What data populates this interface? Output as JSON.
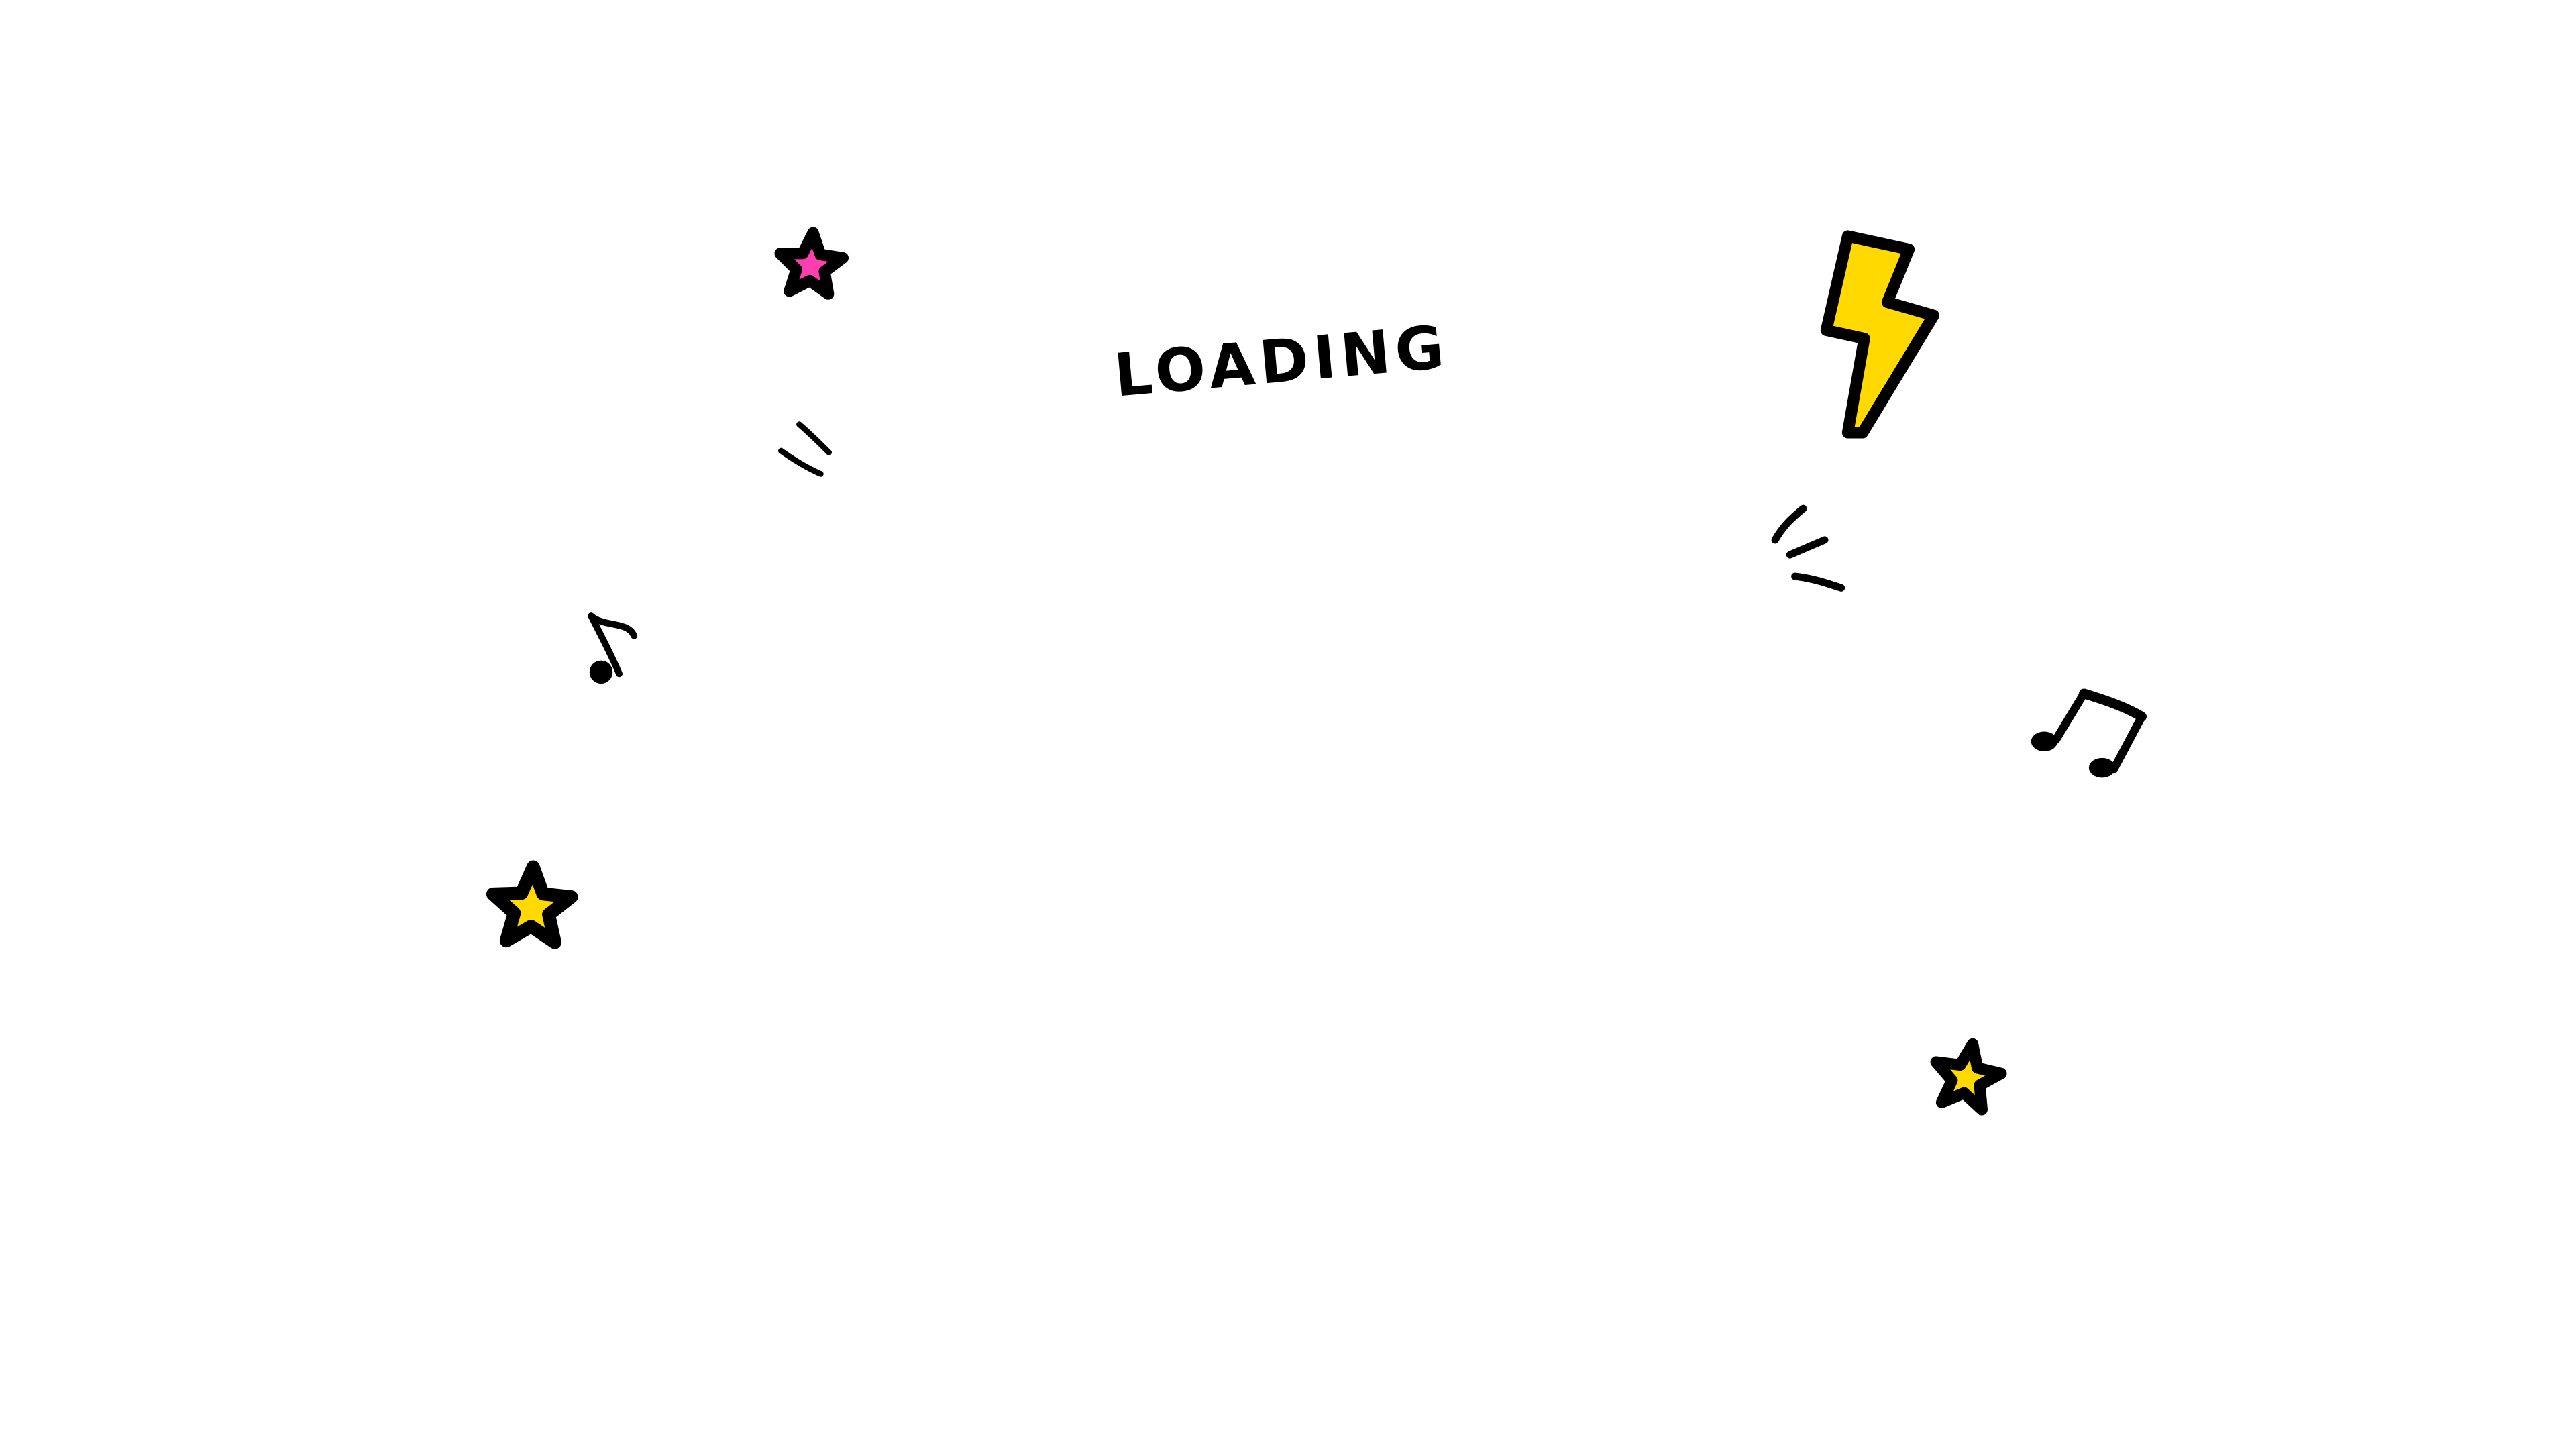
{
  "loading": {
    "label": "LOADING"
  },
  "colors": {
    "background": "#ffffff",
    "ink": "#000000",
    "yellow": "#FFD900",
    "pink": "#FF3FB0"
  },
  "decorations": [
    {
      "icon": "star-icon",
      "color": "pink"
    },
    {
      "icon": "star-icon",
      "color": "yellow"
    },
    {
      "icon": "star-icon",
      "color": "yellow"
    },
    {
      "icon": "lightning-bolt-icon",
      "color": "yellow"
    },
    {
      "icon": "music-note-icon"
    },
    {
      "icon": "beamed-music-notes-icon"
    },
    {
      "icon": "motion-lines-icon"
    },
    {
      "icon": "motion-lines-icon"
    }
  ]
}
